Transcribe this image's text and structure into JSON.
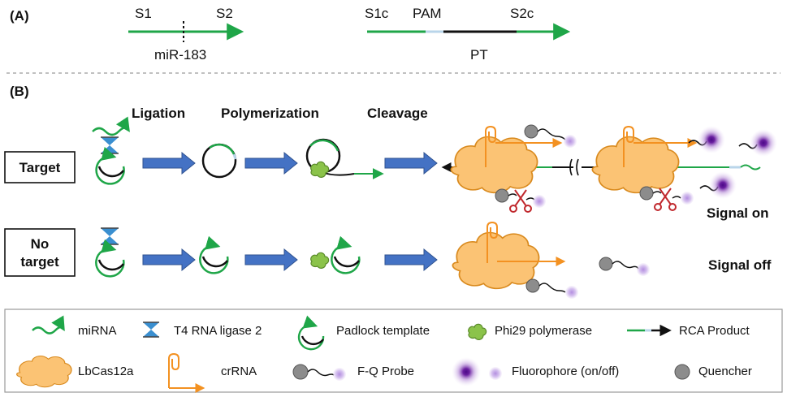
{
  "panel_a": {
    "label": "(A)",
    "s1": "S1",
    "s2": "S2",
    "mirna": "miR-183",
    "s1c": "S1c",
    "pam": "PAM",
    "s2c": "S2c",
    "pt": "PT"
  },
  "panel_b": {
    "label": "(B)",
    "steps": [
      "Ligation",
      "Polymerization",
      "Cleavage"
    ],
    "target_label": "Target",
    "no_target_label_1": "No",
    "no_target_label_2": "target",
    "signal_on": "Signal on",
    "signal_off": "Signal off"
  },
  "legend": {
    "mirna": "miRNA",
    "ligase": "T4 RNA ligase 2",
    "padlock": "Padlock template",
    "phi29": "Phi29 polymerase",
    "rca": "RCA Product",
    "cas": "LbCas12a",
    "crrna": "crRNA",
    "probe": "F-Q Probe",
    "fluor": "Fluorophore (on/off)",
    "quencher": "Quencher"
  },
  "colors": {
    "green": "#1fa648",
    "orange": "#f39121",
    "cas_fill": "#fbc374",
    "blue_arrow": "#4472c4",
    "purple": "#6a1fa0",
    "grey_ball": "#8c8c8c",
    "scissors": "#c0282d"
  }
}
